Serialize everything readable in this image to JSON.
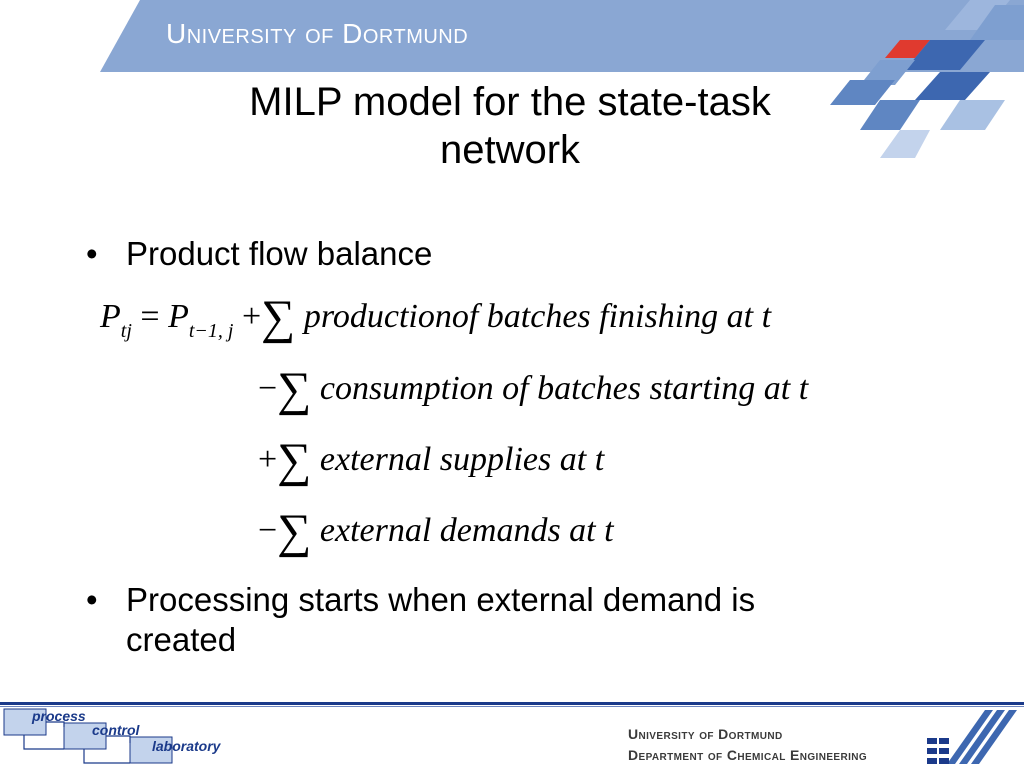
{
  "header": {
    "university": "University of Dortmund"
  },
  "slide": {
    "title_line1": "MILP model for the state-task",
    "title_line2": "network",
    "bullets": [
      {
        "marker": "•",
        "line1": "Product flow balance"
      },
      {
        "marker": "•",
        "line1": "Processing starts when external demand is",
        "line2": "created"
      }
    ]
  },
  "equation": {
    "lhs": "P",
    "lhs_sub": "tj",
    "equals": "=",
    "prev": "P",
    "prev_sub": "t−1, j",
    "sum": "∑",
    "terms": [
      {
        "sign": "+",
        "text": "productionof  batches finishing at t"
      },
      {
        "sign": "−",
        "text": "consumption of  batches starting at t"
      },
      {
        "sign": "+",
        "text": "external supplies at t"
      },
      {
        "sign": "−",
        "text": "external demands at t"
      }
    ]
  },
  "footer": {
    "lab_word1": "process",
    "lab_word2": "control",
    "lab_word3": "laboratory",
    "line1": "University of Dortmund",
    "line2": "Department of Chemical Engineering"
  },
  "colors": {
    "banner": "#8aa7d3",
    "dark_blue": "#1b3a8a",
    "red": "#e03a2f",
    "tile_mid": "#5f86c2",
    "tile_light": "#a9c1e3"
  }
}
